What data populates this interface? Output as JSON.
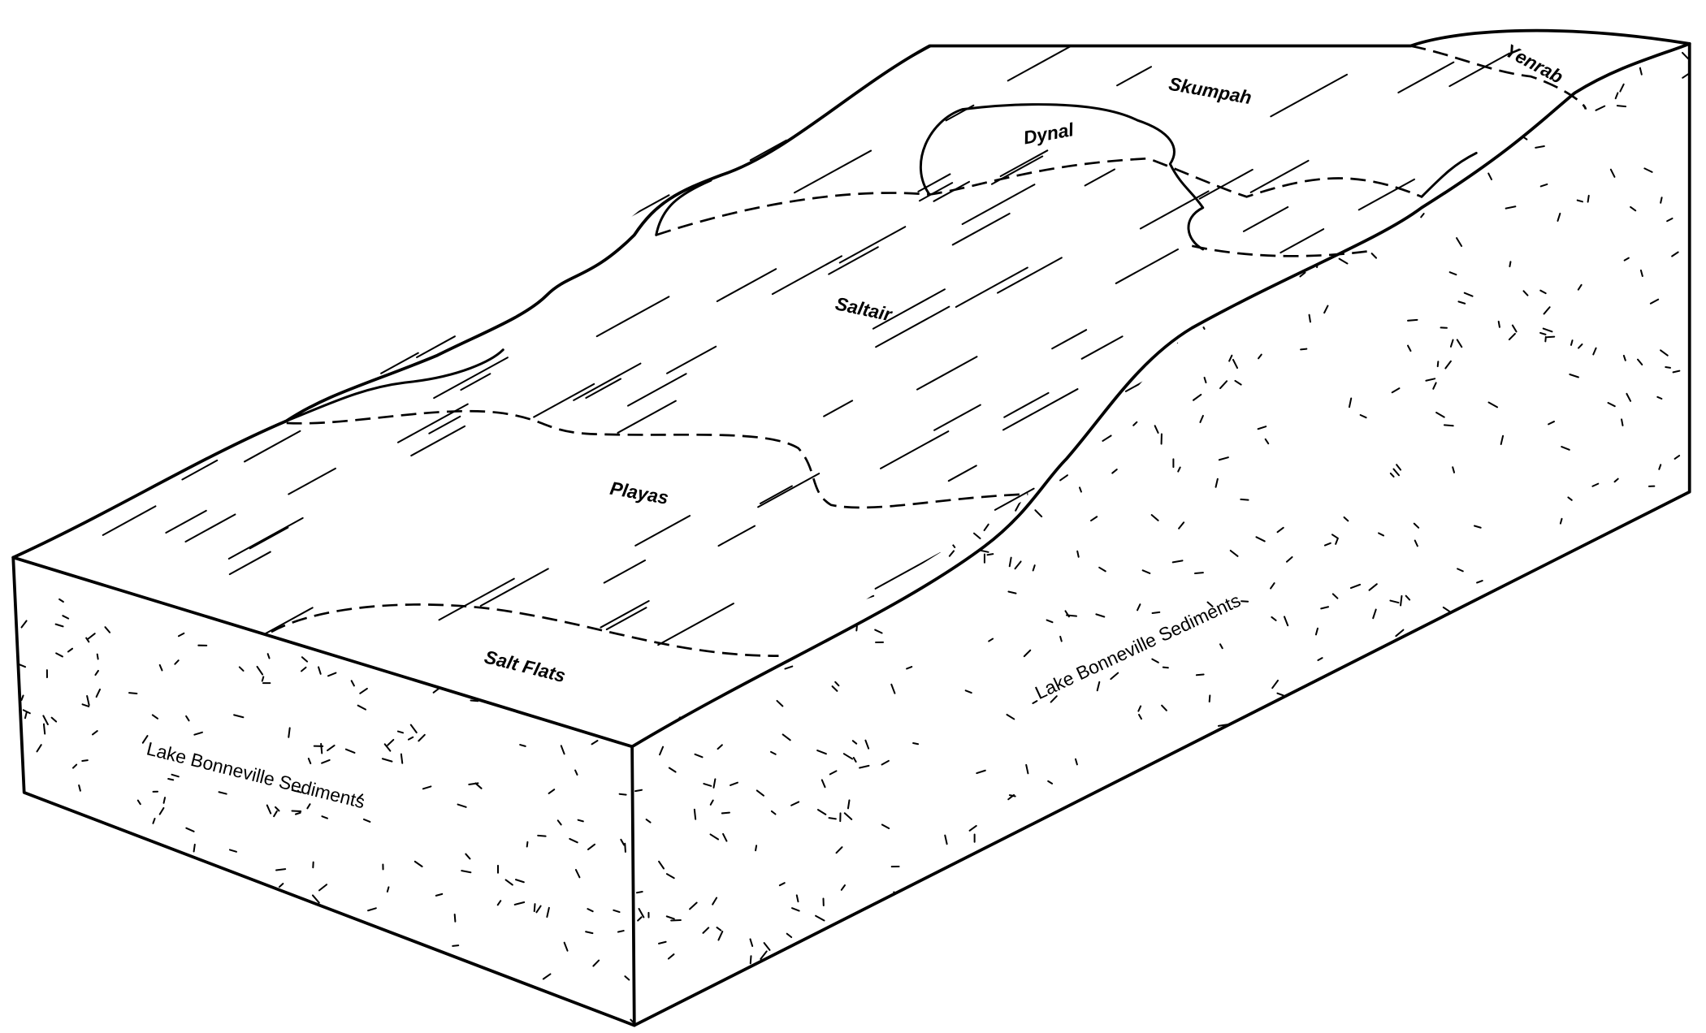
{
  "labels": {
    "yenrab": "Yenrab",
    "skumpah": "Skumpah",
    "dynal": "Dynal",
    "saltair": "Saltair",
    "playas": "Playas",
    "salt_flats": "Salt Flats",
    "sediments_front": "Lake Bonneville Sediments",
    "sediments_side": "Lake Bonneville Sediments"
  }
}
